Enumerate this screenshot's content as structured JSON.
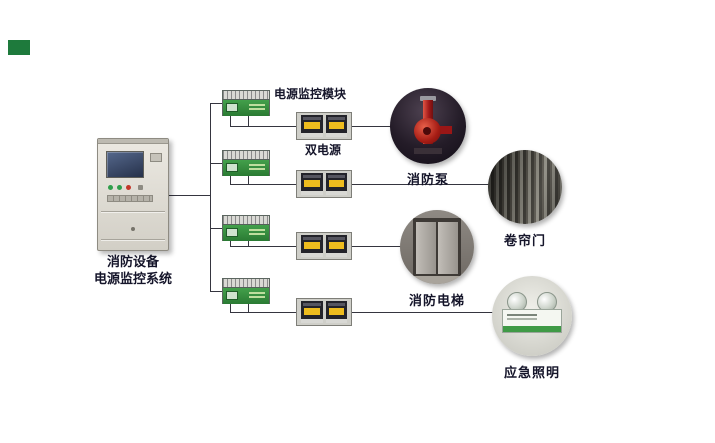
{
  "cabinet": {
    "label_line1": "消防设备",
    "label_line2": "电源监控系统"
  },
  "labels": {
    "module": "电源监控模块",
    "dual_power": "双电源"
  },
  "devices": [
    {
      "label": "消防泵"
    },
    {
      "label": "卷帘门"
    },
    {
      "label": "消防电梯"
    },
    {
      "label": "应急照明"
    }
  ],
  "colors": {
    "logo_green": "#1e7a3c",
    "module_green": "#2e8b3a",
    "ats_yellow": "#eebc1e",
    "pump_red": "#a51c14",
    "line": "#35353f",
    "label_text": "#15152a",
    "background": "#ffffff"
  }
}
